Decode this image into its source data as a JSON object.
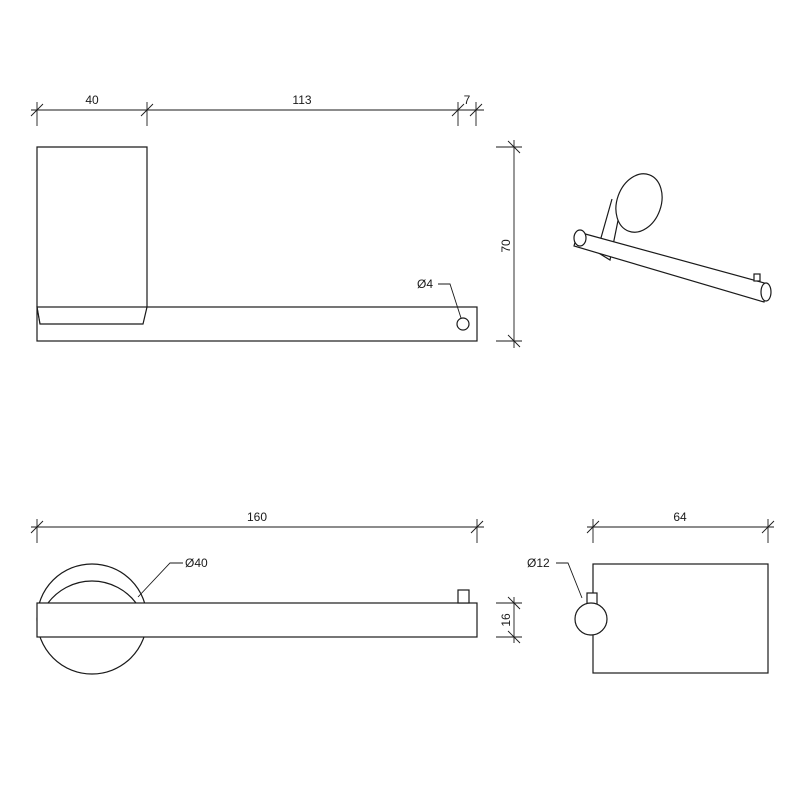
{
  "dimensions": {
    "top_width_a": "40",
    "top_width_b": "113",
    "top_width_c": "7",
    "top_height": "70",
    "hole_diameter": "Ø4",
    "bottom_length": "160",
    "base_diameter": "Ø40",
    "bar_height": "16",
    "side_width": "64",
    "bar_diameter": "Ø12"
  }
}
